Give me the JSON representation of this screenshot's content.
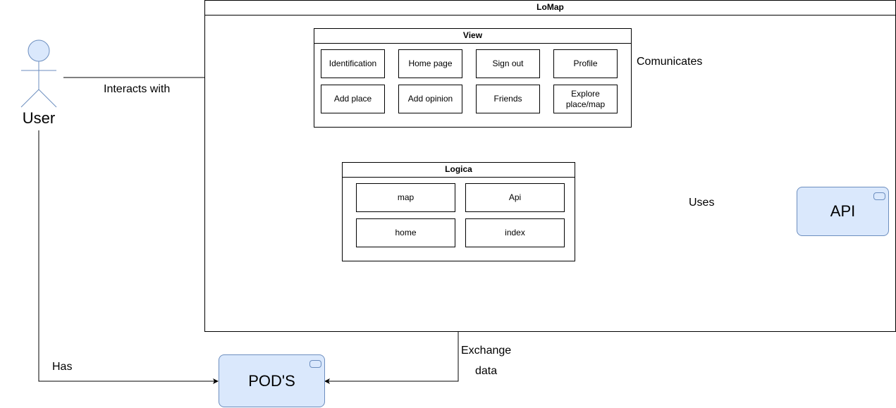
{
  "lomap": {
    "title": "LoMap"
  },
  "view": {
    "title": "View",
    "items": [
      "Identification",
      "Home page",
      "Sign out",
      "Profile",
      "Add place",
      "Add opinion",
      "Friends",
      "Explore place/map"
    ]
  },
  "logica": {
    "title": "Logica",
    "items": [
      "map",
      "Api",
      "home",
      "index"
    ]
  },
  "actor": {
    "label": "User"
  },
  "external": {
    "api": "API",
    "pods": "POD'S"
  },
  "edges": {
    "interacts": "Interacts with",
    "comunicates": "Comunicates",
    "uses": "Uses",
    "has": "Has",
    "exchange_1": "Exchange",
    "exchange_2": "data"
  },
  "colors": {
    "actor_fill": "#dae8fc",
    "actor_stroke": "#6c8ebf",
    "external_fill": "#dae8fc"
  }
}
